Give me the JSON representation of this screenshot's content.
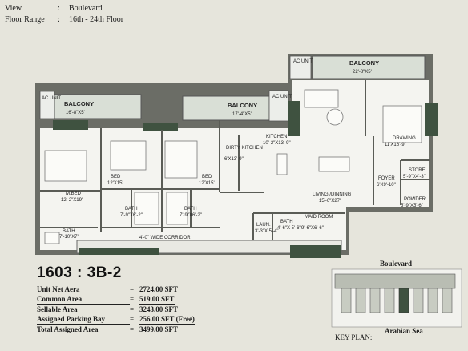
{
  "meta": {
    "view_label": "View",
    "view_value": "Boulevard",
    "floor_label": "Floor Range",
    "floor_value": "16th - 24th Floor",
    "colon": ":"
  },
  "rooms": {
    "ac_unit": "AC UNIT",
    "balcony_left": "BALCONY",
    "balcony_left_dim": "16'-8\"X5'",
    "balcony_mid": "BALCONY",
    "balcony_mid_dim": "17'-4\"X5'",
    "balcony_right": "BALCONY",
    "balcony_right_dim": "22'-8\"X5'",
    "m_bed": "M.BED",
    "m_bed_dim": "12'-2\"X19'",
    "bed1": "BED",
    "bed1_dim": "12'X15'",
    "bed2": "BED",
    "bed2_dim": "12'X15'",
    "dirty_kitchen": "DIRTY KITCHEN",
    "dirty_kitchen_dim": "6'X13'-9\"",
    "kitchen": "KITCHEN",
    "kitchen_dim": "10'-2\"X13'-9\"",
    "drawing": "DRAWING",
    "drawing_dim": "11'X16'-9\"",
    "living": "LIVING /DINNING",
    "living_dim": "15'-6\"X27'",
    "foyer": "FOYER",
    "foyer_dim": "6'X9'-10\"",
    "store": "STORE",
    "store_dim": "5'-9\"X4'-3\"",
    "powder": "POWDER",
    "powder_dim": "5'-9\"X5'-6\"",
    "bath_m": "BATH",
    "bath_m_dim": "7'-10\"X7'",
    "bath_1": "BATH",
    "bath_1_dim": "7'-9\"X6'-2\"",
    "bath_2": "BATH",
    "bath_2_dim": "7'-9\"X6'-2\"",
    "laun": "LAUN.",
    "laun_dim": "3'-3\"X 5'-4\"",
    "bath_maid": "BATH",
    "bath_maid_dim": "4'-6\"X 5'-6\"",
    "maid_room": "MAID ROOM",
    "maid_room_dim": "9'-6\"X6'-6\"",
    "corridor": "4'-0\" WIDE CORRIDOR"
  },
  "unit": {
    "id": "1603 : 3B-2"
  },
  "areas": [
    {
      "label": "Unit Net Aera",
      "value": "2724.00 SFT",
      "underline": false
    },
    {
      "label": "Common Area",
      "value": "519.00 SFT",
      "underline": true
    },
    {
      "label": "Sellable Area",
      "value": "3243.00 SFT",
      "underline": false
    },
    {
      "label": "Assigned Parking Bay",
      "value": "256.00 SFT (Free)",
      "underline": true
    },
    {
      "label": "Total Assigned Area",
      "value": "3499.00 SFT",
      "underline": false
    }
  ],
  "key_plan": {
    "top_label": "Boulevard",
    "bottom_label": "Arabian Sea",
    "title": "KEY PLAN:"
  },
  "colors": {
    "wall": "#6b6d66",
    "floor": "#f4f4f0",
    "balcony": "#d9dfd6",
    "pillar": "#3f5240"
  }
}
